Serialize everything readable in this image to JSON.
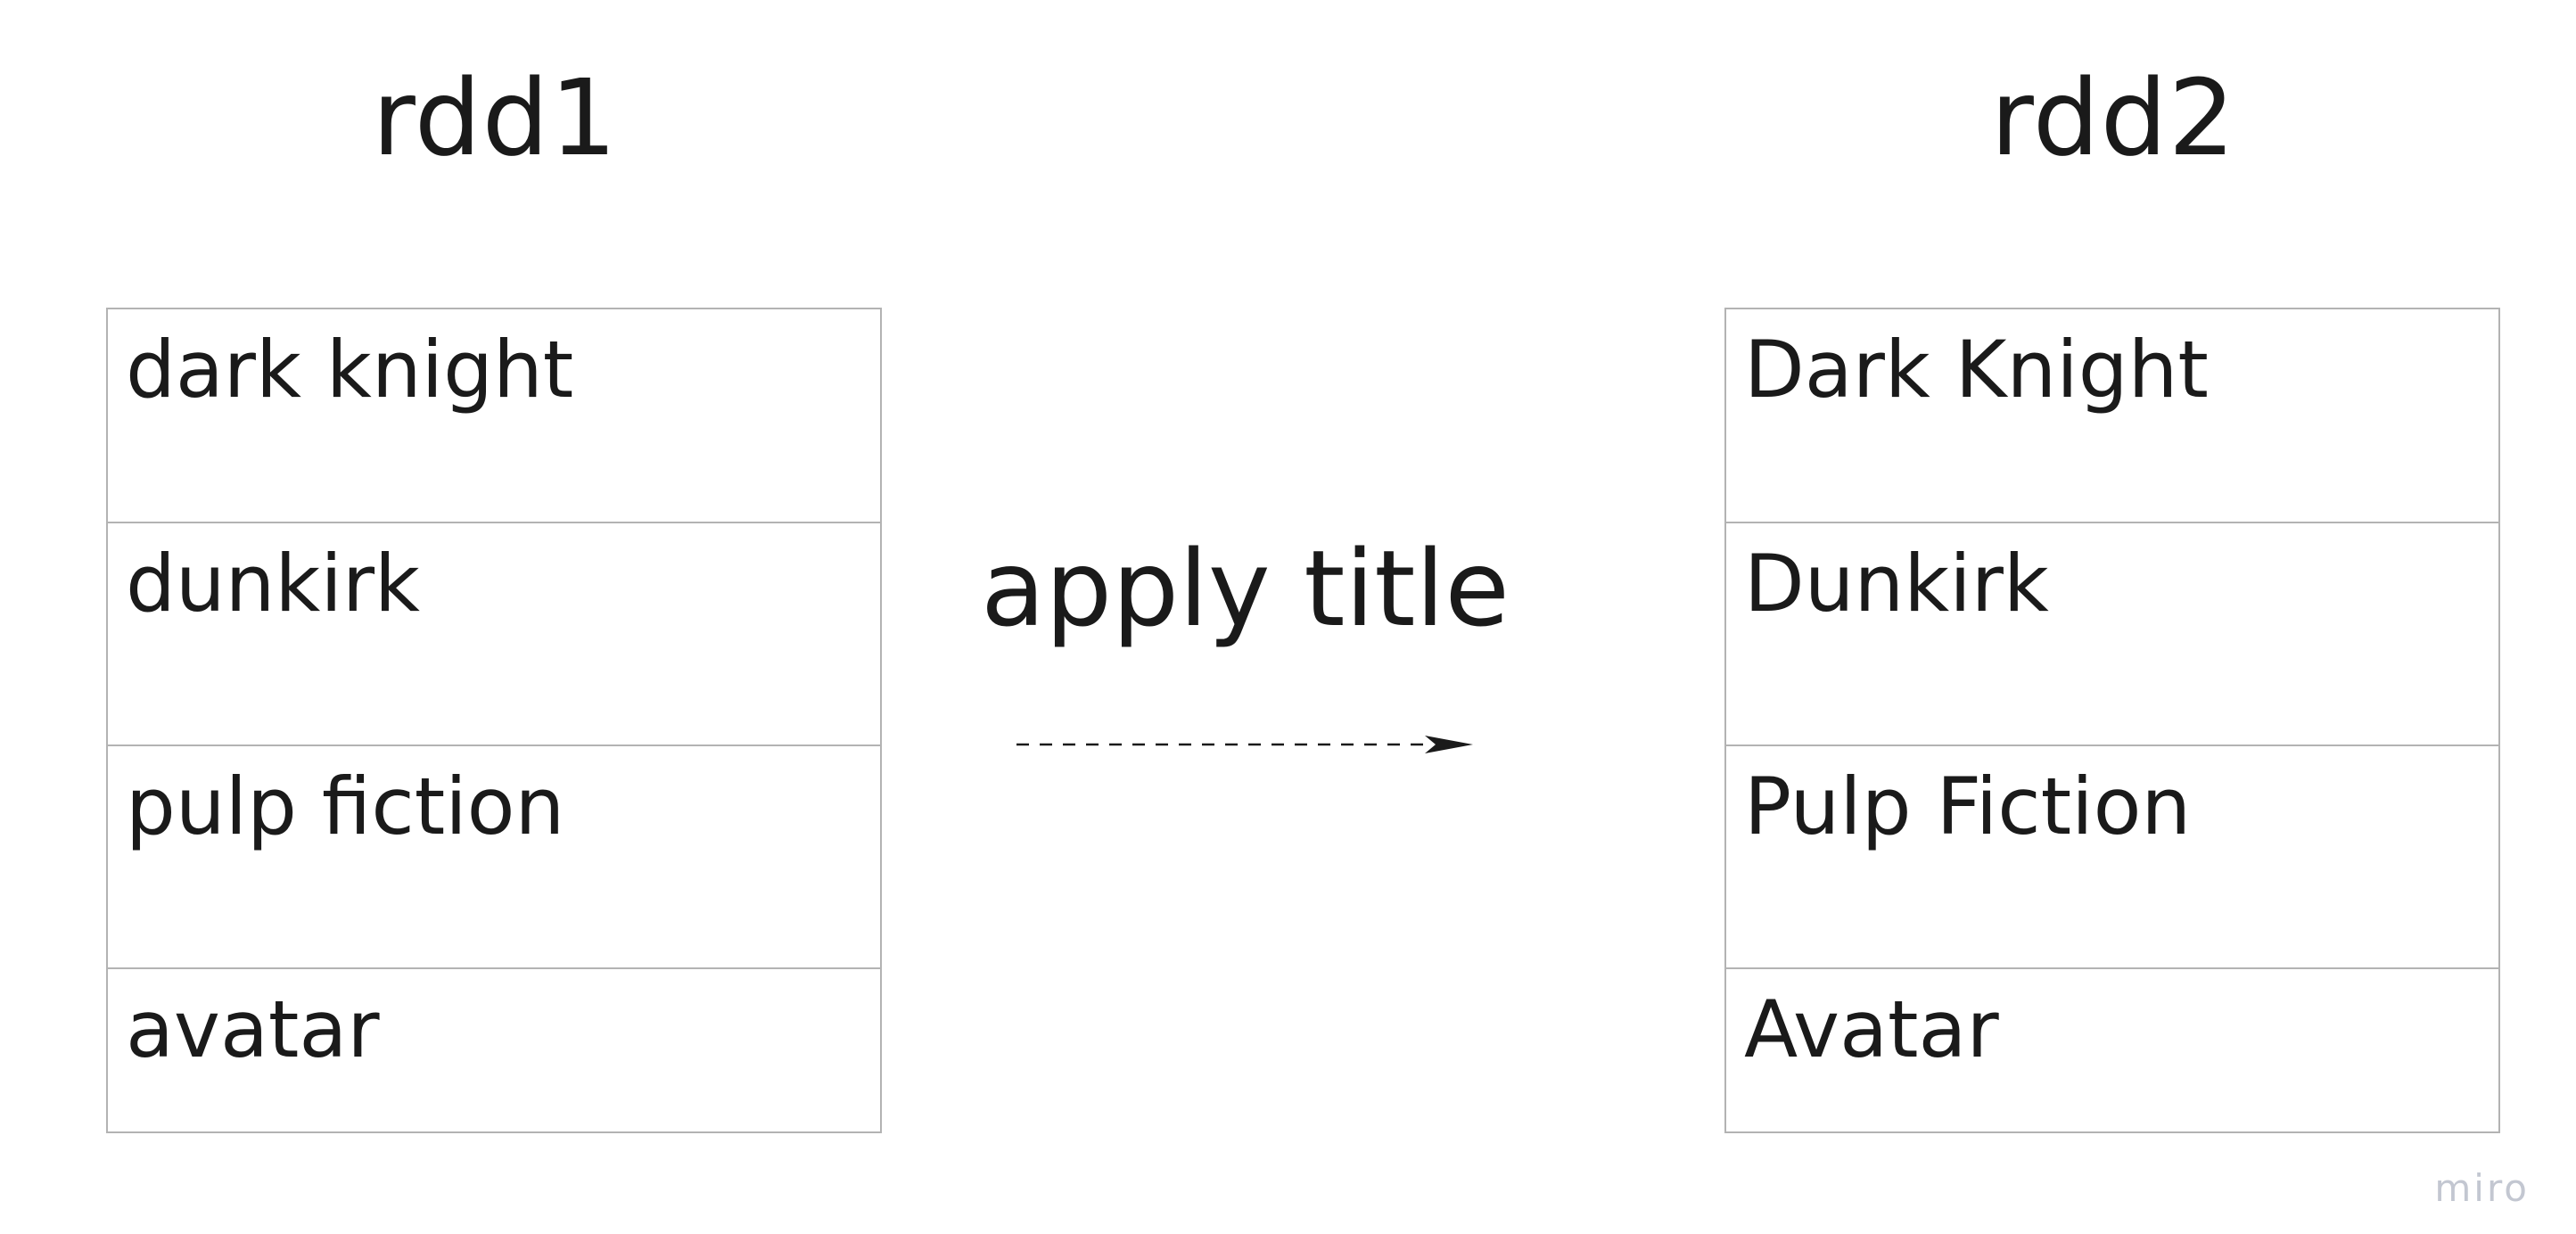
{
  "left": {
    "title": "rdd1",
    "rows": [
      "dark knight",
      "dunkirk",
      "pulp fiction",
      "avatar"
    ]
  },
  "operation": {
    "label": "apply title",
    "arrow_style": "dashed"
  },
  "right": {
    "title": "rdd2",
    "rows": [
      "Dark Knight",
      "Dunkirk",
      "Pulp Fiction",
      "Avatar"
    ]
  },
  "watermark": "miro",
  "colors": {
    "text": "#1a1a1a",
    "border": "#b3b3b3",
    "watermark": "#c3c7d1",
    "background": "#ffffff"
  }
}
